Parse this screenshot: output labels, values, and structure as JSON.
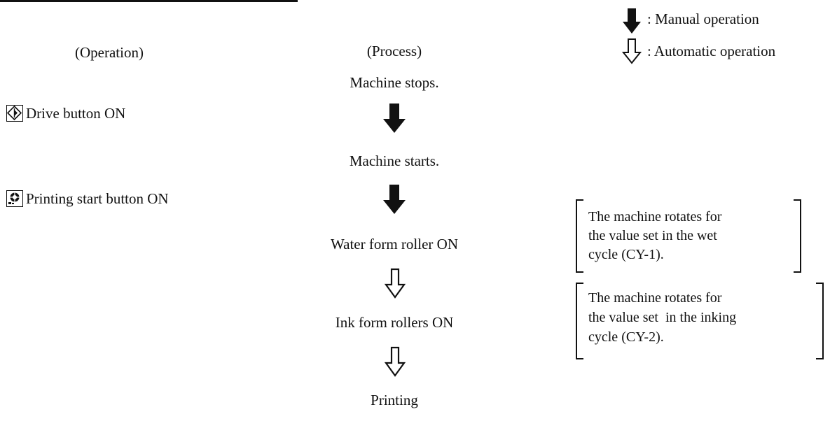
{
  "legend": {
    "manual": ": Manual operation",
    "automatic": ": Automatic operation"
  },
  "headers": {
    "operation": "(Operation)",
    "process": "(Process)"
  },
  "process_steps": [
    "Machine stops.",
    "Machine starts.",
    "Water form roller ON",
    "Ink form rollers ON",
    "Printing"
  ],
  "operations": [
    {
      "label": "Drive button ON",
      "icon": "drive-button-icon"
    },
    {
      "label": "Printing start button ON",
      "icon": "printing-start-button-icon"
    }
  ],
  "notes": [
    {
      "lines": [
        "The machine rotates for",
        "the value set in the wet",
        "cycle (CY-1)."
      ]
    },
    {
      "lines": [
        "The machine rotates for",
        "the value set  in the inking",
        "cycle (CY-2)."
      ]
    }
  ],
  "arrow_types": [
    "manual",
    "manual",
    "automatic",
    "automatic"
  ]
}
